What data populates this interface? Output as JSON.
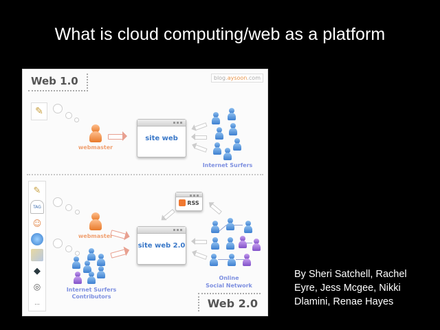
{
  "slide": {
    "title": "What is cloud computing/web as a platform",
    "authors": "By Sheri Satchell, Rachel Eyre, Jess Mcgee, Nikki Dlamini, Renae Hayes"
  },
  "diagram": {
    "watermark_prefix": "blog.",
    "watermark_brand": "aysoon",
    "watermark_suffix": ".com",
    "web1": {
      "label": "Web 1.0",
      "site": "site web",
      "webmaster": "webmaster",
      "surfers": "Internet Surfers"
    },
    "web2": {
      "label": "Web 2.0",
      "site": "site web 2.0",
      "webmaster": "webmaster",
      "rss": "RSS",
      "contributors_line1": "Internet Surfers",
      "contributors_line2": "Contributors",
      "network_line1": "Online",
      "network_line2": "Social Network",
      "tools": [
        "edit-icon",
        "tag-icon",
        "people-icon",
        "globe-icon",
        "map-icon",
        "car-icon",
        "media-icon",
        "more-icon"
      ],
      "tag_text": "TAG",
      "more_text": "..."
    }
  }
}
